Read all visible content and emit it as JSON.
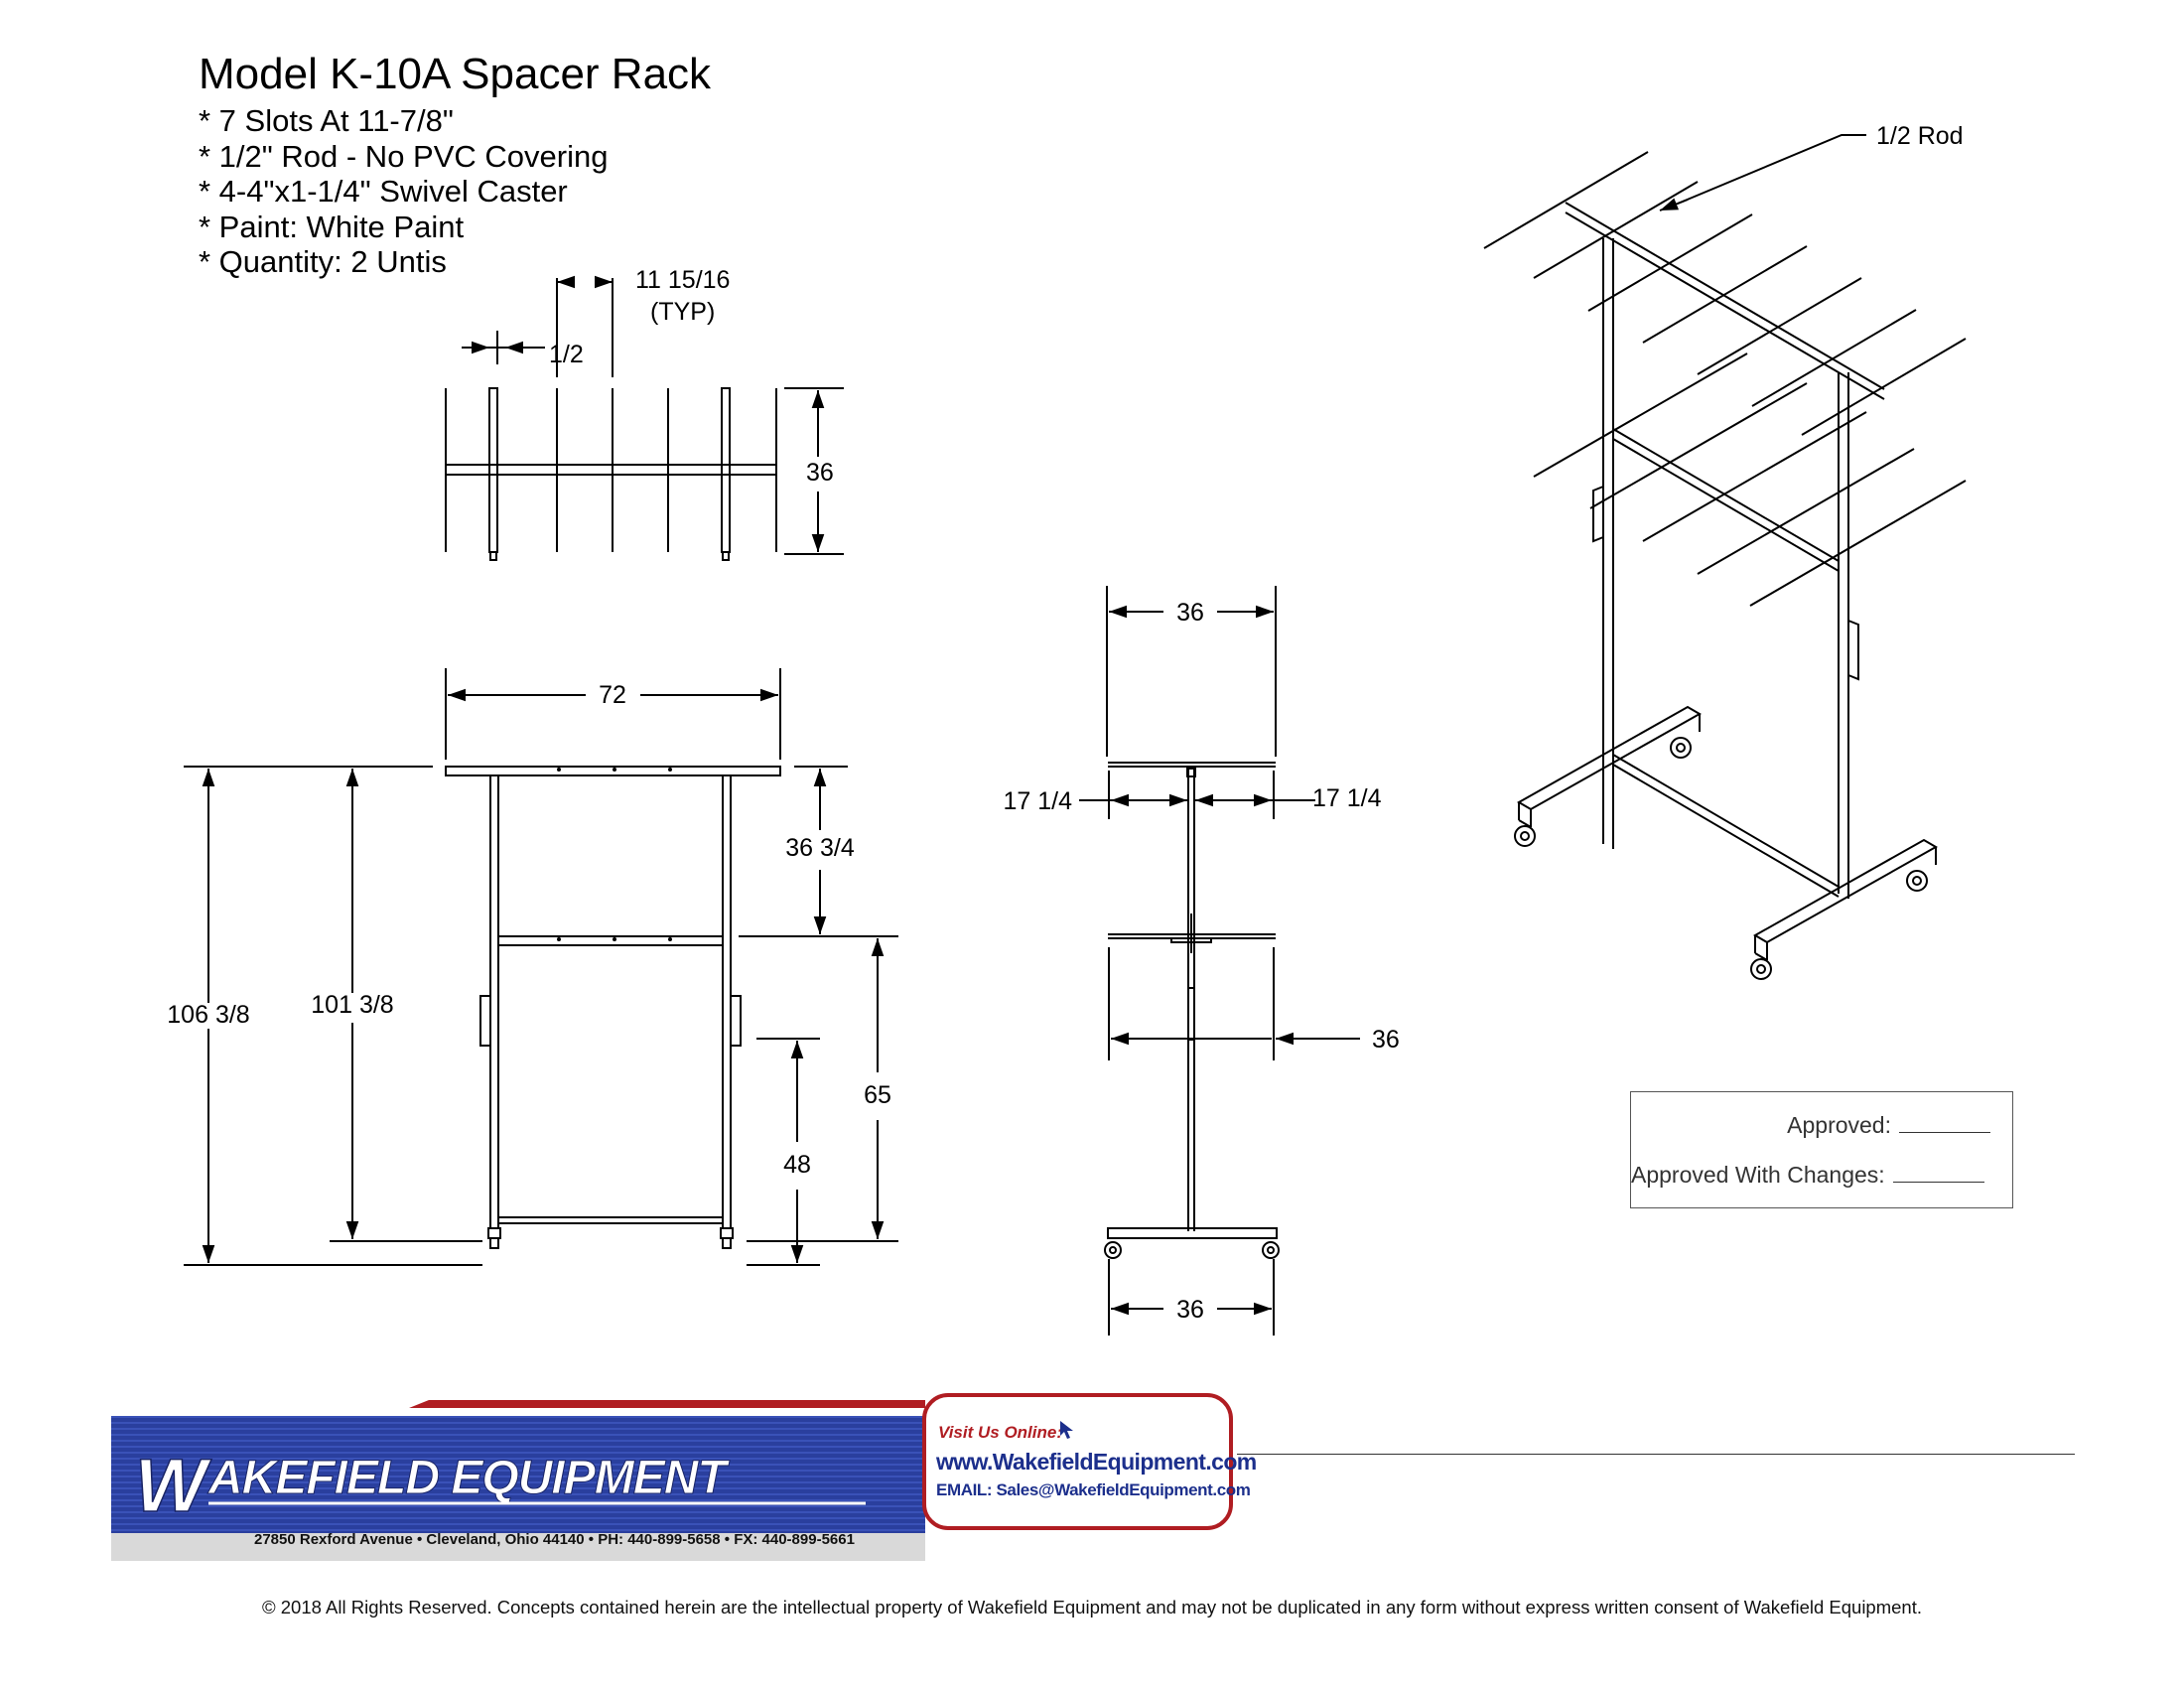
{
  "title": "Model K-10A Spacer Rack",
  "specs": [
    "* 7 Slots At 11-7/8\"",
    "* 1/2\" Rod - No PVC Covering",
    "* 4-4\"x1-1/4\" Swivel Caster",
    "* Paint: White Paint",
    "* Quantity: 2 Untis"
  ],
  "dimensions": {
    "slot_spacing": "11 15/16",
    "typ": "(TYP)",
    "rod_half": "1/2",
    "top_depth": "36",
    "overall_width": "72",
    "overall_height": "106 3/8",
    "frame_height": "101 3/8",
    "top_section": "36 3/4",
    "lower_section": "65",
    "handle_height": "48",
    "side_top_width": "36",
    "side_left_arm": "17 1/4",
    "side_right_arm": "17 1/4",
    "side_mid_width": "36",
    "side_base_width": "36",
    "rod_callout": "1/2 Rod"
  },
  "approval": {
    "approved_label": "Approved:",
    "changes_label": "Approved With Changes:"
  },
  "company": {
    "name": "WAKEFIELD EQUIPMENT",
    "address": "27850 Rexford Avenue • Cleveland, Ohio 44140 • PH: 440-899-5658 • FX: 440-899-5661",
    "visit_label": "Visit Us Online:",
    "website": "www.WakefieldEquipment.com",
    "email": "EMAIL: Sales@WakefieldEquipment.com",
    "brand_blue": "#2a3f9e",
    "brand_red": "#b01d22"
  },
  "copyright": "© 2018 All Rights Reserved. Concepts contained herein are the intellectual property of Wakefield Equipment and may not be duplicated in any form without express written consent of Wakefield Equipment."
}
